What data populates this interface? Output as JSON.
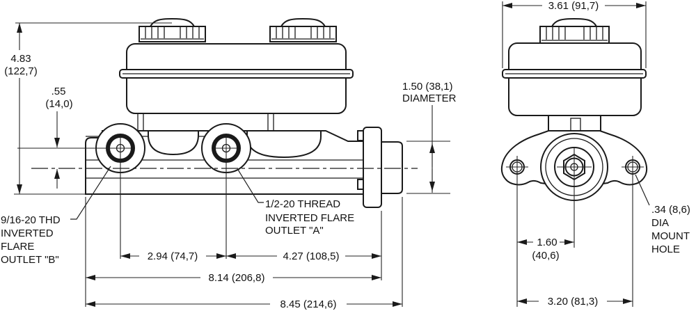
{
  "views": {
    "side": {
      "dim_overall_height": [
        "4.83",
        "(122,7)"
      ],
      "dim_port_height": [
        ".55",
        "(14,0)"
      ],
      "dim_bore_diameter": [
        "1.50 (38,1)",
        "DIAMETER"
      ],
      "label_outlet_b": [
        "9/16-20 THD",
        "INVERTED",
        "FLARE",
        "OUTLET \"B\""
      ],
      "label_outlet_a": [
        "1/2-20 THREAD",
        "INVERTED FLARE",
        "OUTLET \"A\""
      ],
      "dim_port_spacing": "2.94 (74,7)",
      "dim_outlet_a_to_flange": "4.27 (108,5)",
      "dim_body_length": "8.14 (206,8)",
      "dim_overall_length": "8.45 (214,6)"
    },
    "end": {
      "dim_reservoir_width": "3.61 (91,7)",
      "dim_center_to_mount": [
        "1.60",
        "(40,6)"
      ],
      "dim_mount_spacing": "3.20 (81,3)",
      "label_mount_hole": [
        ".34 (8,6)",
        "DIA",
        "MOUNT",
        "HOLE"
      ]
    }
  },
  "style": {
    "line_color": "#1a1a1a",
    "background": "#ffffff"
  }
}
